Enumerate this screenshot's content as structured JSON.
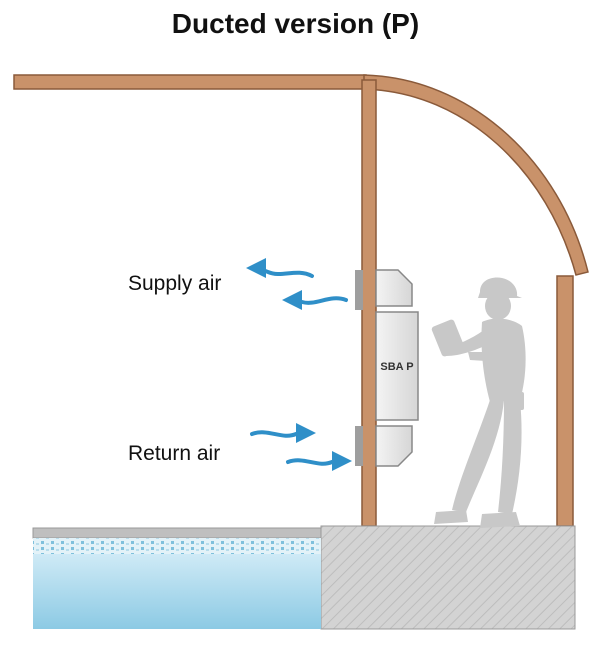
{
  "title": "Ducted version (P)",
  "labels": {
    "supply": "Supply air",
    "return": "Return air",
    "unit": "SBA P"
  },
  "colors": {
    "structure": "#C9926A",
    "structure_edge": "#8A5A3A",
    "pool_water": "#A9D8EC",
    "pool_deep": "#7CC0DE",
    "floor": "#D0D0D0",
    "unit": "#E8E8E8",
    "person": "#C8C8C8",
    "airflow": "#2F8FC8"
  },
  "icons": {
    "person": "technician-with-helmet",
    "supply_arrow": "airflow-out-arrow",
    "return_arrow": "airflow-in-arrow"
  }
}
